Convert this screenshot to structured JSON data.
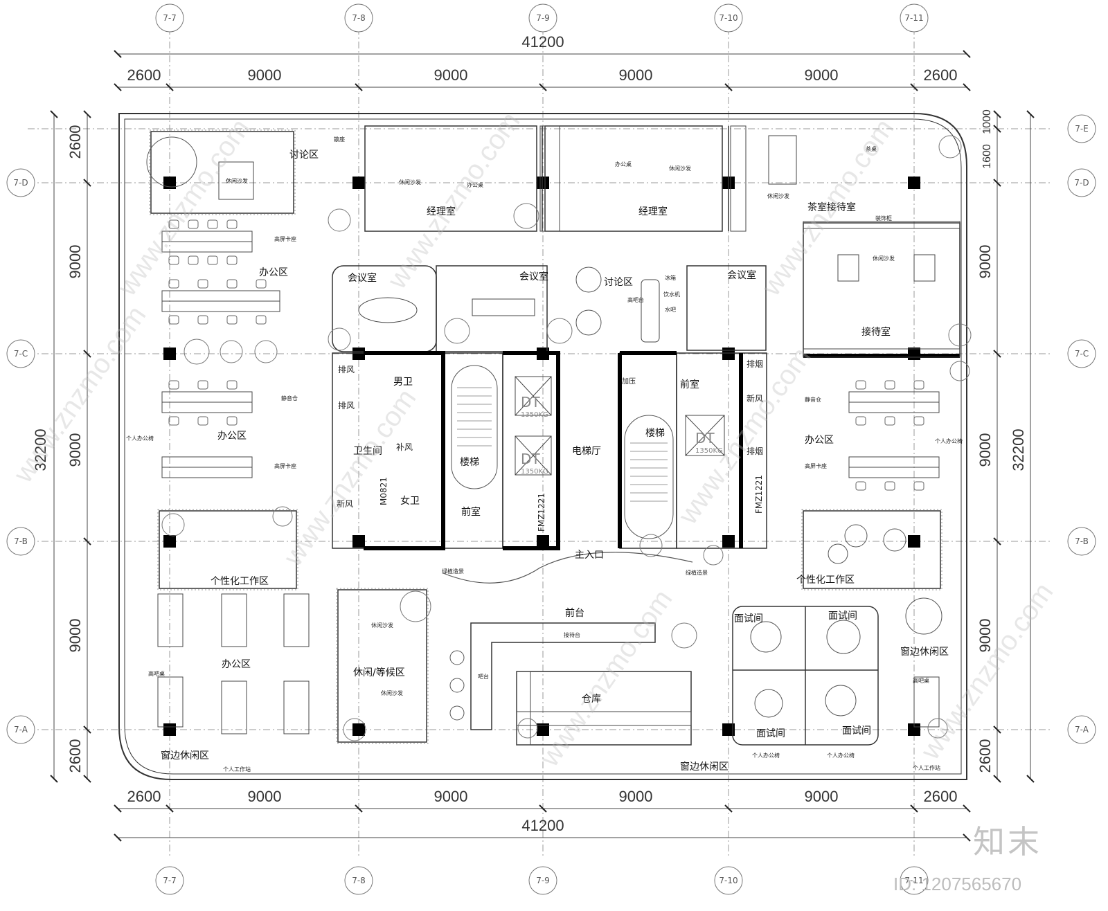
{
  "grid": {
    "columns": [
      "7-7",
      "7-8",
      "7-9",
      "7-10",
      "7-11"
    ],
    "rows": [
      "7-E",
      "7-D",
      "7-C",
      "7-B",
      "7-A"
    ]
  },
  "dimensions": {
    "total_width": "41200",
    "total_depth": "32200",
    "top_segments": [
      "2600",
      "9000",
      "9000",
      "9000",
      "9000",
      "2600"
    ],
    "bottom_segments": [
      "2600",
      "9000",
      "9000",
      "9000",
      "9000",
      "2600"
    ],
    "left_segments": [
      "2600",
      "9000",
      "9000",
      "9000",
      "2600"
    ],
    "right_segments": [
      "1000",
      "1600",
      "9000",
      "9000",
      "9000",
      "2600"
    ]
  },
  "rooms": {
    "discussion_nw": "讨论区",
    "manager_1": "经理室",
    "manager_2": "经理室",
    "tea_reception": "茶室接待室",
    "office_nw": "办公区",
    "meeting_1": "会议室",
    "meeting_2": "会议室",
    "discussion_c": "讨论区",
    "meeting_3": "会议室",
    "reception_room": "接待室",
    "mens": "男卫",
    "restroom": "卫生间",
    "womens": "女卫",
    "stair_1": "楼梯",
    "anteroom_1": "前室",
    "elevator_hall": "电梯厅",
    "anteroom_2": "前室",
    "stair_2": "楼梯",
    "office_w": "办公区",
    "office_e": "办公区",
    "custom_w": "个性化工作区",
    "custom_e": "个性化工作区",
    "main_entrance": "主入口",
    "front_desk": "前台",
    "lounge_wait": "休闲/等候区",
    "office_sw": "办公区",
    "warehouse": "仓库",
    "interview_1": "面试间",
    "interview_2": "面试间",
    "interview_3": "面试间",
    "interview_4": "面试间",
    "window_lounge_sw": "窗边休闲区",
    "window_lounge_s": "窗边休闲区",
    "window_lounge_e": "窗边休闲区"
  },
  "furniture_labels": {
    "lounge_sofa_nw": "休闲沙发",
    "lounge_sofa_m1": "休闲沙发",
    "office_desk_m1": "办公桌",
    "office_desk_m2": "办公桌",
    "lounge_sofa_m2": "休闲沙发",
    "lounge_sofa_m3": "休闲沙发",
    "tea_table": "茶桌",
    "decor_cabinet": "装饰柜",
    "lounge_sofa_rec": "休闲沙发",
    "high_booth_1": "高屏卡座",
    "high_booth_2": "高屏卡座",
    "quiet_pod_w": "静音仓",
    "quiet_pod_e": "静音仓",
    "high_booth_e": "高屏卡座",
    "personal_chair_w": "个人办公椅",
    "personal_chair_e": "个人办公椅",
    "bar_counter": "高吧台",
    "ice_box": "冰箱",
    "water_dispenser": "饮水机",
    "water_bar": "水吧",
    "exhaust_1": "排风",
    "exhaust_2": "排风",
    "fresh_air_1": "新风",
    "supply_air": "补风",
    "exhaust_3": "排烟",
    "fresh_air_2": "新风",
    "exhaust_4": "排烟",
    "pressurize": "加压",
    "reception_desk": "接待台",
    "bar_table": "吧台",
    "high_bar_table_w": "高吧桌",
    "high_bar_table_e": "高吧桌",
    "workstation_w": "个人工作站",
    "workstation_e": "个人工作站",
    "personal_chair_s1": "个人办公椅",
    "personal_chair_s2": "个人办公椅",
    "sofa_lounge_1": "休闲沙发",
    "sofa_lounge_2": "休闲沙发",
    "green_wall_1": "绿植造景",
    "green_wall_2": "绿植造景",
    "door_code": "M0821",
    "fire_door_1": "FMZ1221",
    "fire_door_2": "FMZ1221",
    "elevator_1": "DT",
    "elevator_1_cap": "1350KG",
    "elevator_2": "DT",
    "elevator_2_cap": "1350KG",
    "elevator_3": "DT",
    "elevator_3_cap": "1350KG",
    "plant_spot": "散座"
  },
  "watermark": {
    "site": "www.znzmo.com",
    "brand": "知末",
    "id_text": "ID: 1207565670"
  }
}
